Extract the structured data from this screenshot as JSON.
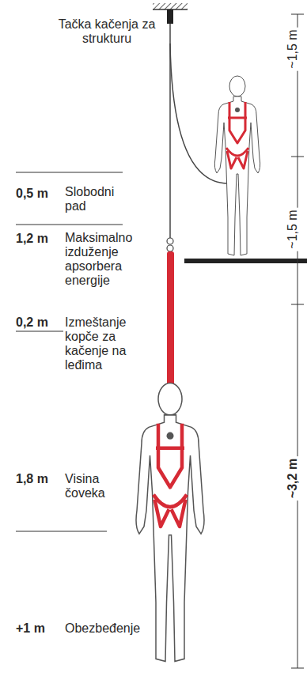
{
  "diagram": {
    "labels": [
      "Tačka kačenja za strukturu",
      "~1,5 m",
      "~1,5 m",
      "0,5 m",
      "Slobodni pad",
      "1,2 m",
      "Maksimalno izduženje apsorbera energije",
      "0,2 m",
      "Izmeštanje kopče za kačenje na leđima",
      "1,8 m",
      "Visina čoveka",
      "~3,2 m",
      "+1 m",
      "Obezbeđenje"
    ]
  }
}
